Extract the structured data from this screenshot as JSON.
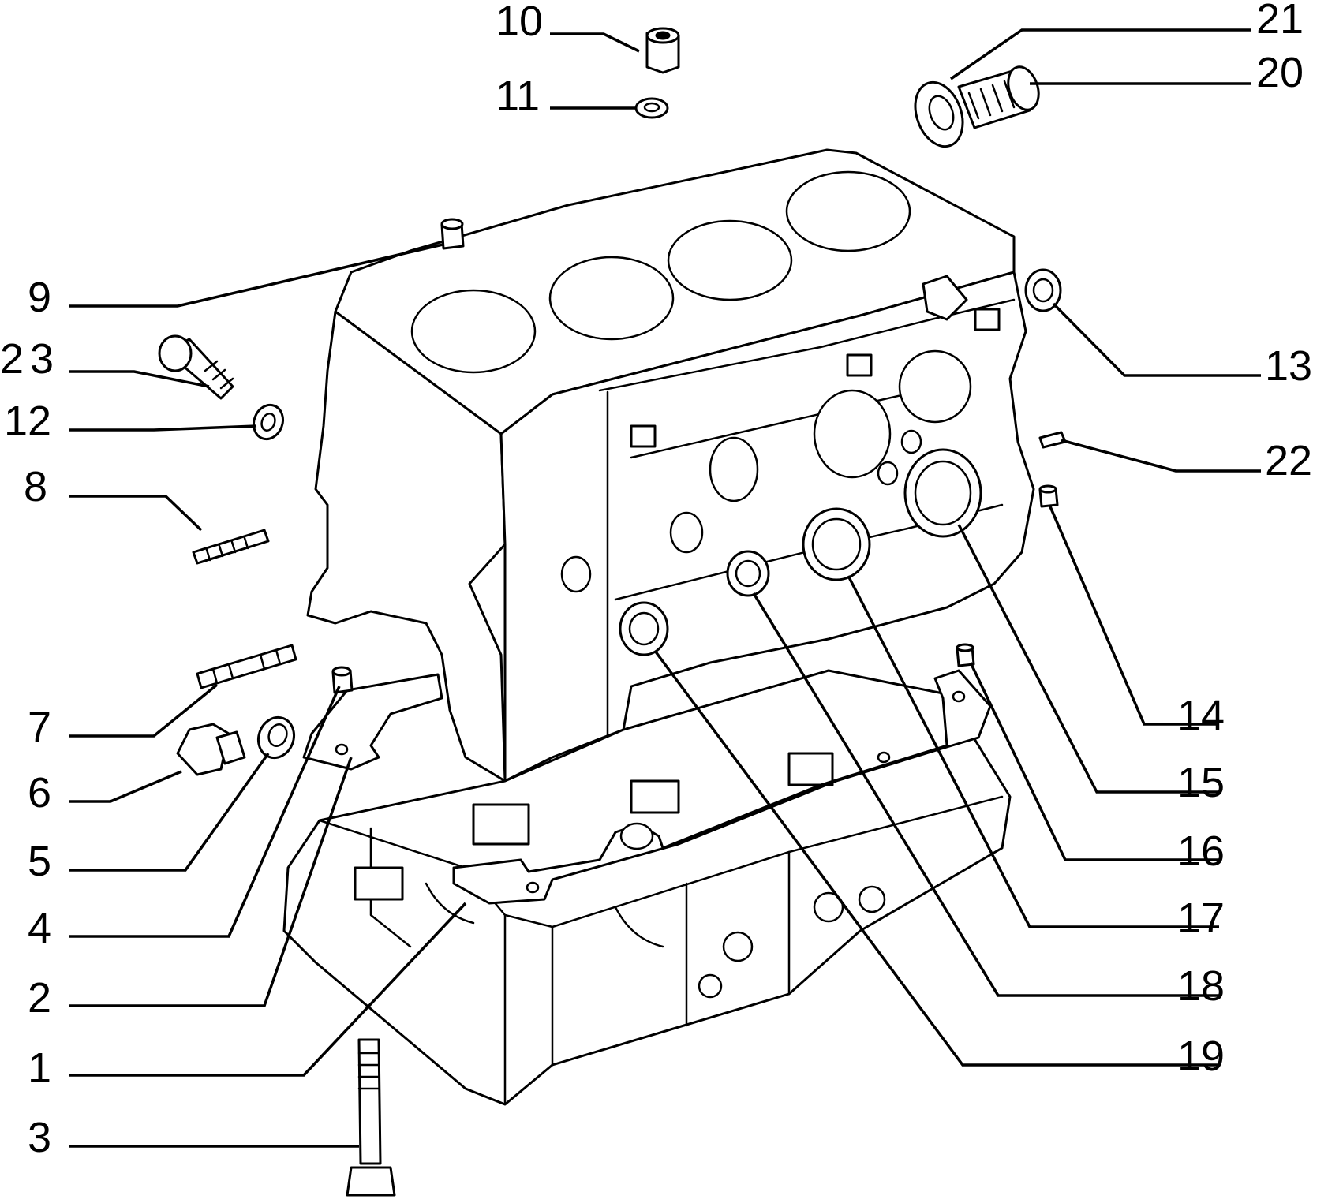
{
  "callouts": [
    {
      "id": "c10",
      "label": "10"
    },
    {
      "id": "c11",
      "label": "11"
    },
    {
      "id": "c21",
      "label": "21"
    },
    {
      "id": "c20",
      "label": "20"
    },
    {
      "id": "c9",
      "label": "9"
    },
    {
      "id": "c23",
      "label": "23"
    },
    {
      "id": "c12",
      "label": "12"
    },
    {
      "id": "c8",
      "label": "8"
    },
    {
      "id": "c7",
      "label": "7"
    },
    {
      "id": "c6",
      "label": "6"
    },
    {
      "id": "c5",
      "label": "5"
    },
    {
      "id": "c4",
      "label": "4"
    },
    {
      "id": "c2",
      "label": "2"
    },
    {
      "id": "c1",
      "label": "1"
    },
    {
      "id": "c3",
      "label": "3"
    },
    {
      "id": "c13",
      "label": "13"
    },
    {
      "id": "c22",
      "label": "22"
    },
    {
      "id": "c14",
      "label": "14"
    },
    {
      "id": "c15",
      "label": "15"
    },
    {
      "id": "c16",
      "label": "16"
    },
    {
      "id": "c17",
      "label": "17"
    },
    {
      "id": "c18",
      "label": "18"
    },
    {
      "id": "c19",
      "label": "19"
    }
  ]
}
